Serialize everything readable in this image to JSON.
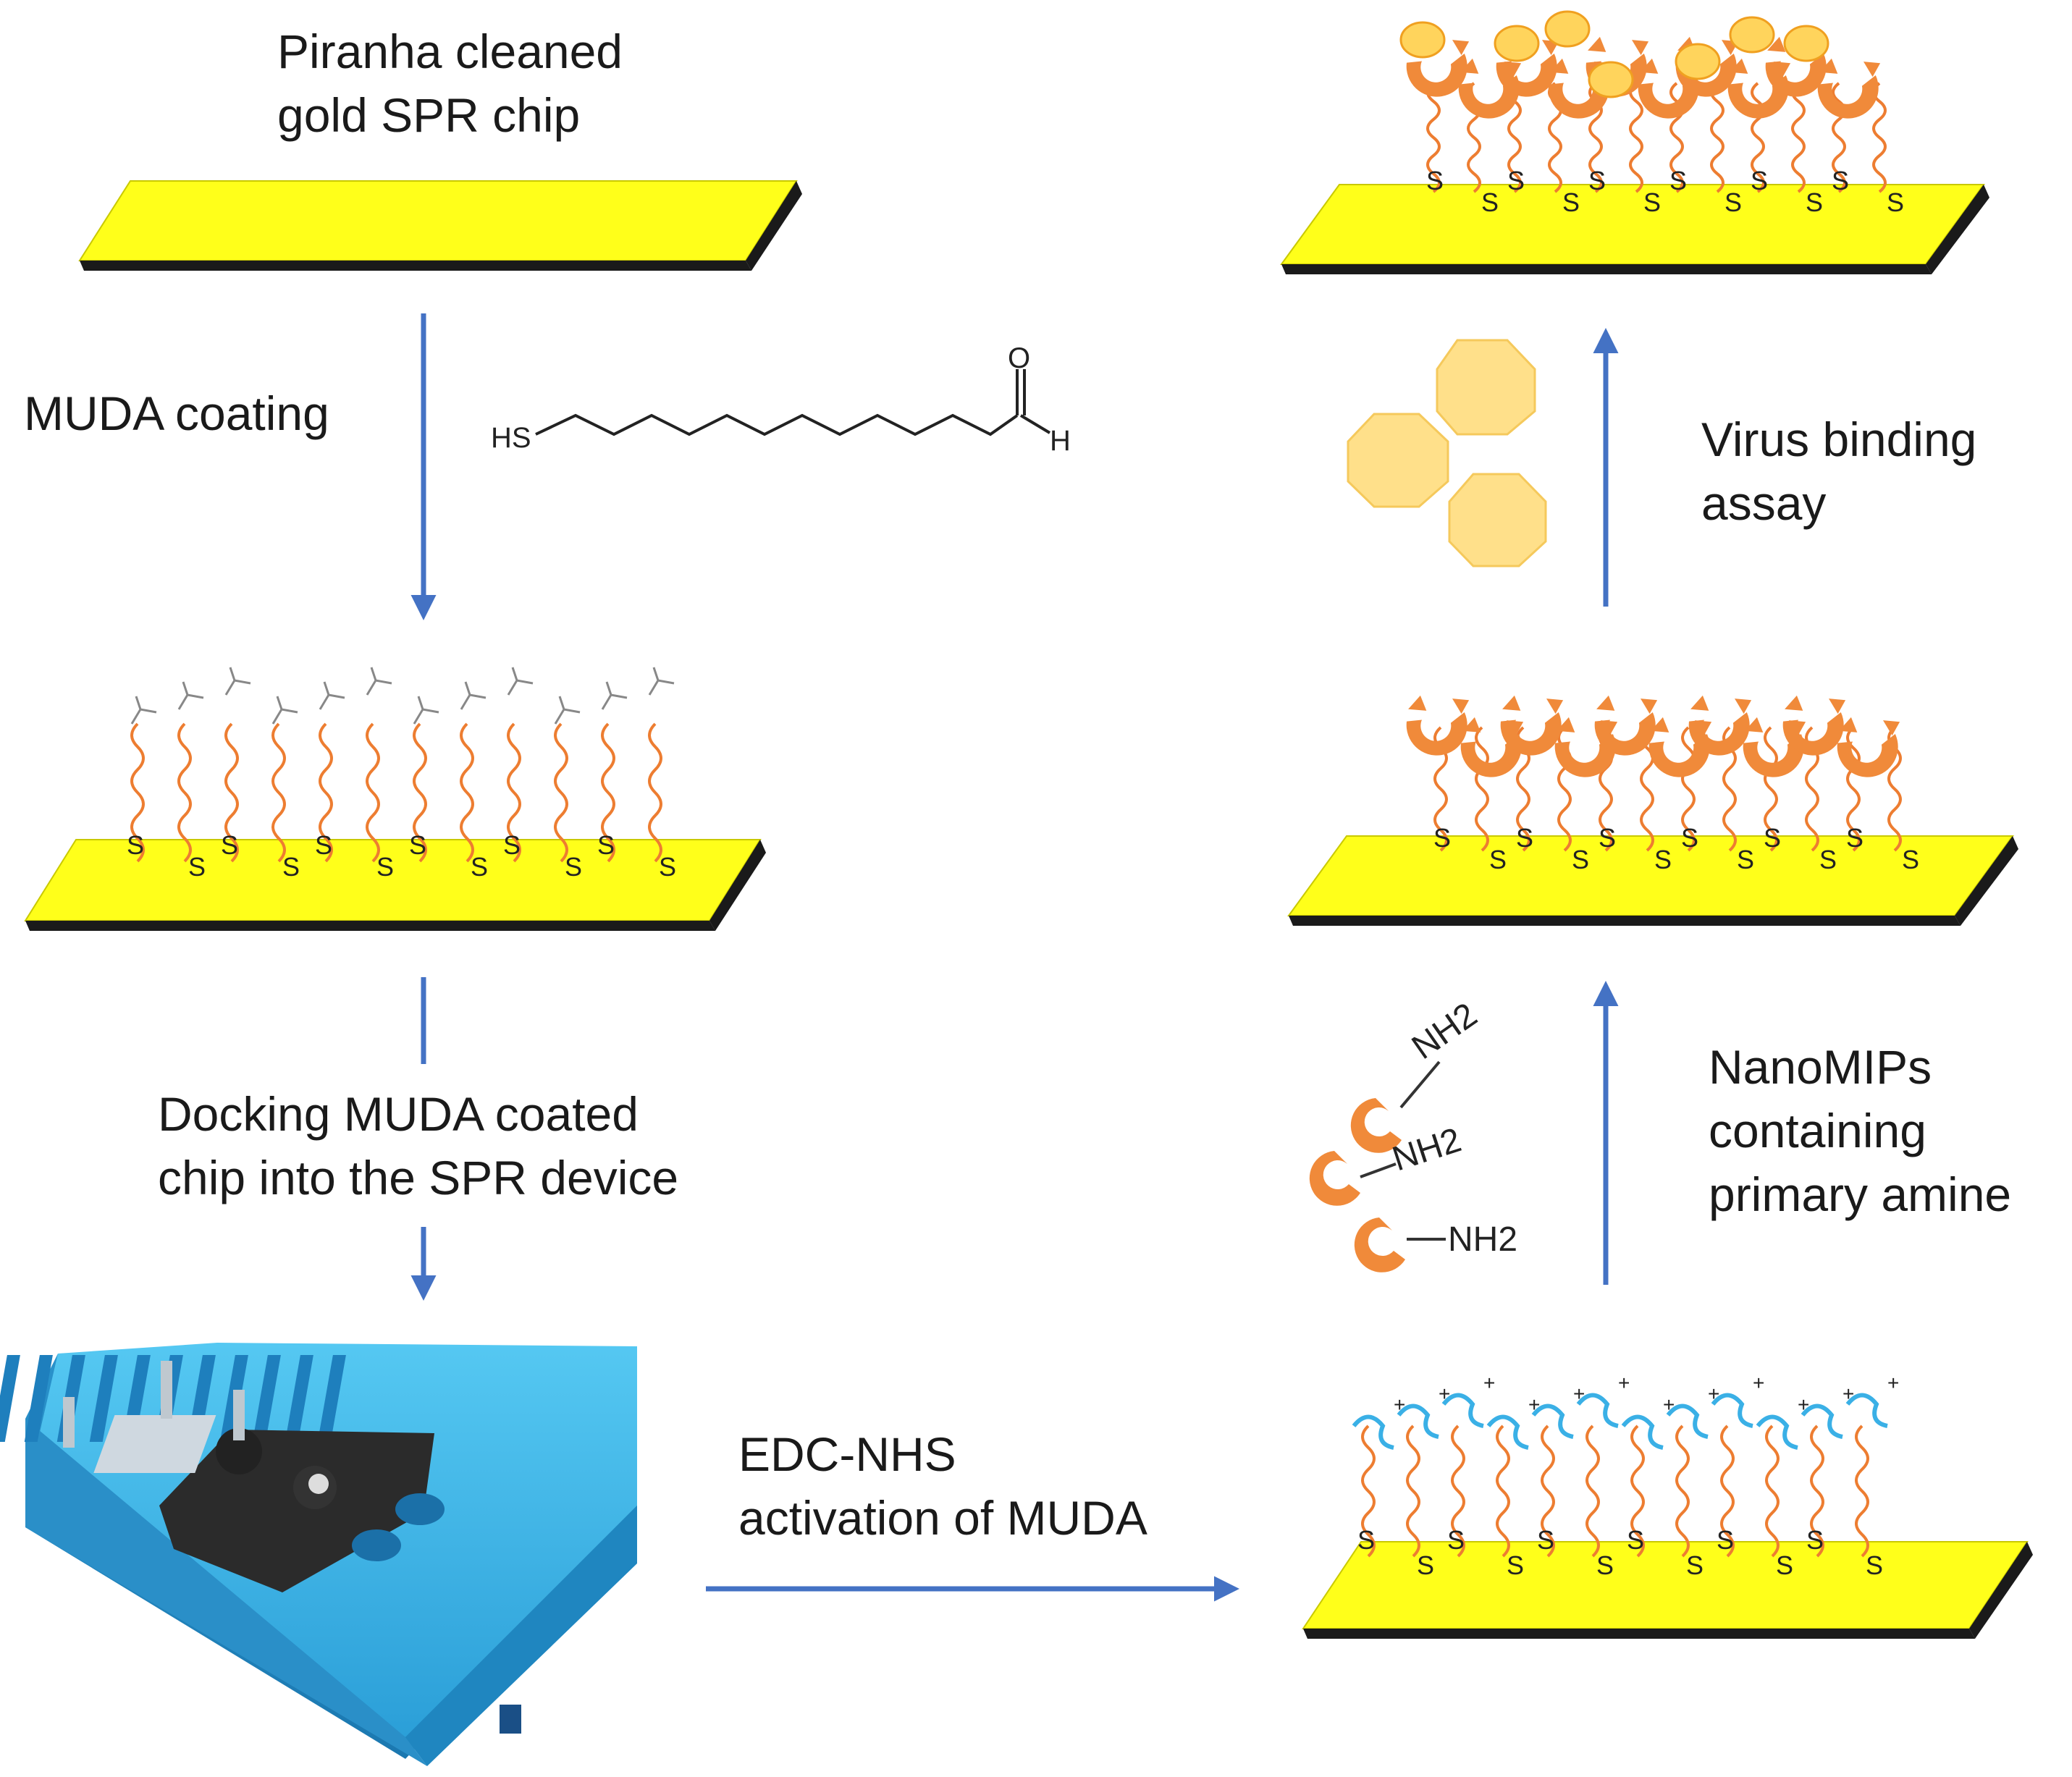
{
  "labels": {
    "chip_start": [
      "Piranha cleaned",
      "gold SPR chip"
    ],
    "muda_coating": "MUDA coating",
    "docking": [
      "Docking MUDA coated",
      "chip into the SPR device"
    ],
    "edc_nhs": [
      "EDC-NHS",
      "activation of MUDA"
    ],
    "nanomips": [
      "NanoMIPs",
      "containing",
      "primary amine"
    ],
    "virus_binding": [
      "Virus binding",
      "assay"
    ]
  },
  "molecule": {
    "thiol": "HS",
    "oxygen": "O",
    "hydrogen": "H"
  },
  "amine_groups": [
    "NH2",
    "NH2",
    "NH2"
  ],
  "sulfur_symbol": "S",
  "colors": {
    "gold_top": "#ffff1a",
    "gold_edge": "#1a1a1a",
    "arrow": "#4472c4",
    "chain": "#ed7d31",
    "nanomip": "#f08a3a",
    "virus": "#ffe08a",
    "activated": "#3ab0e6",
    "device": "#2e9fd6"
  }
}
